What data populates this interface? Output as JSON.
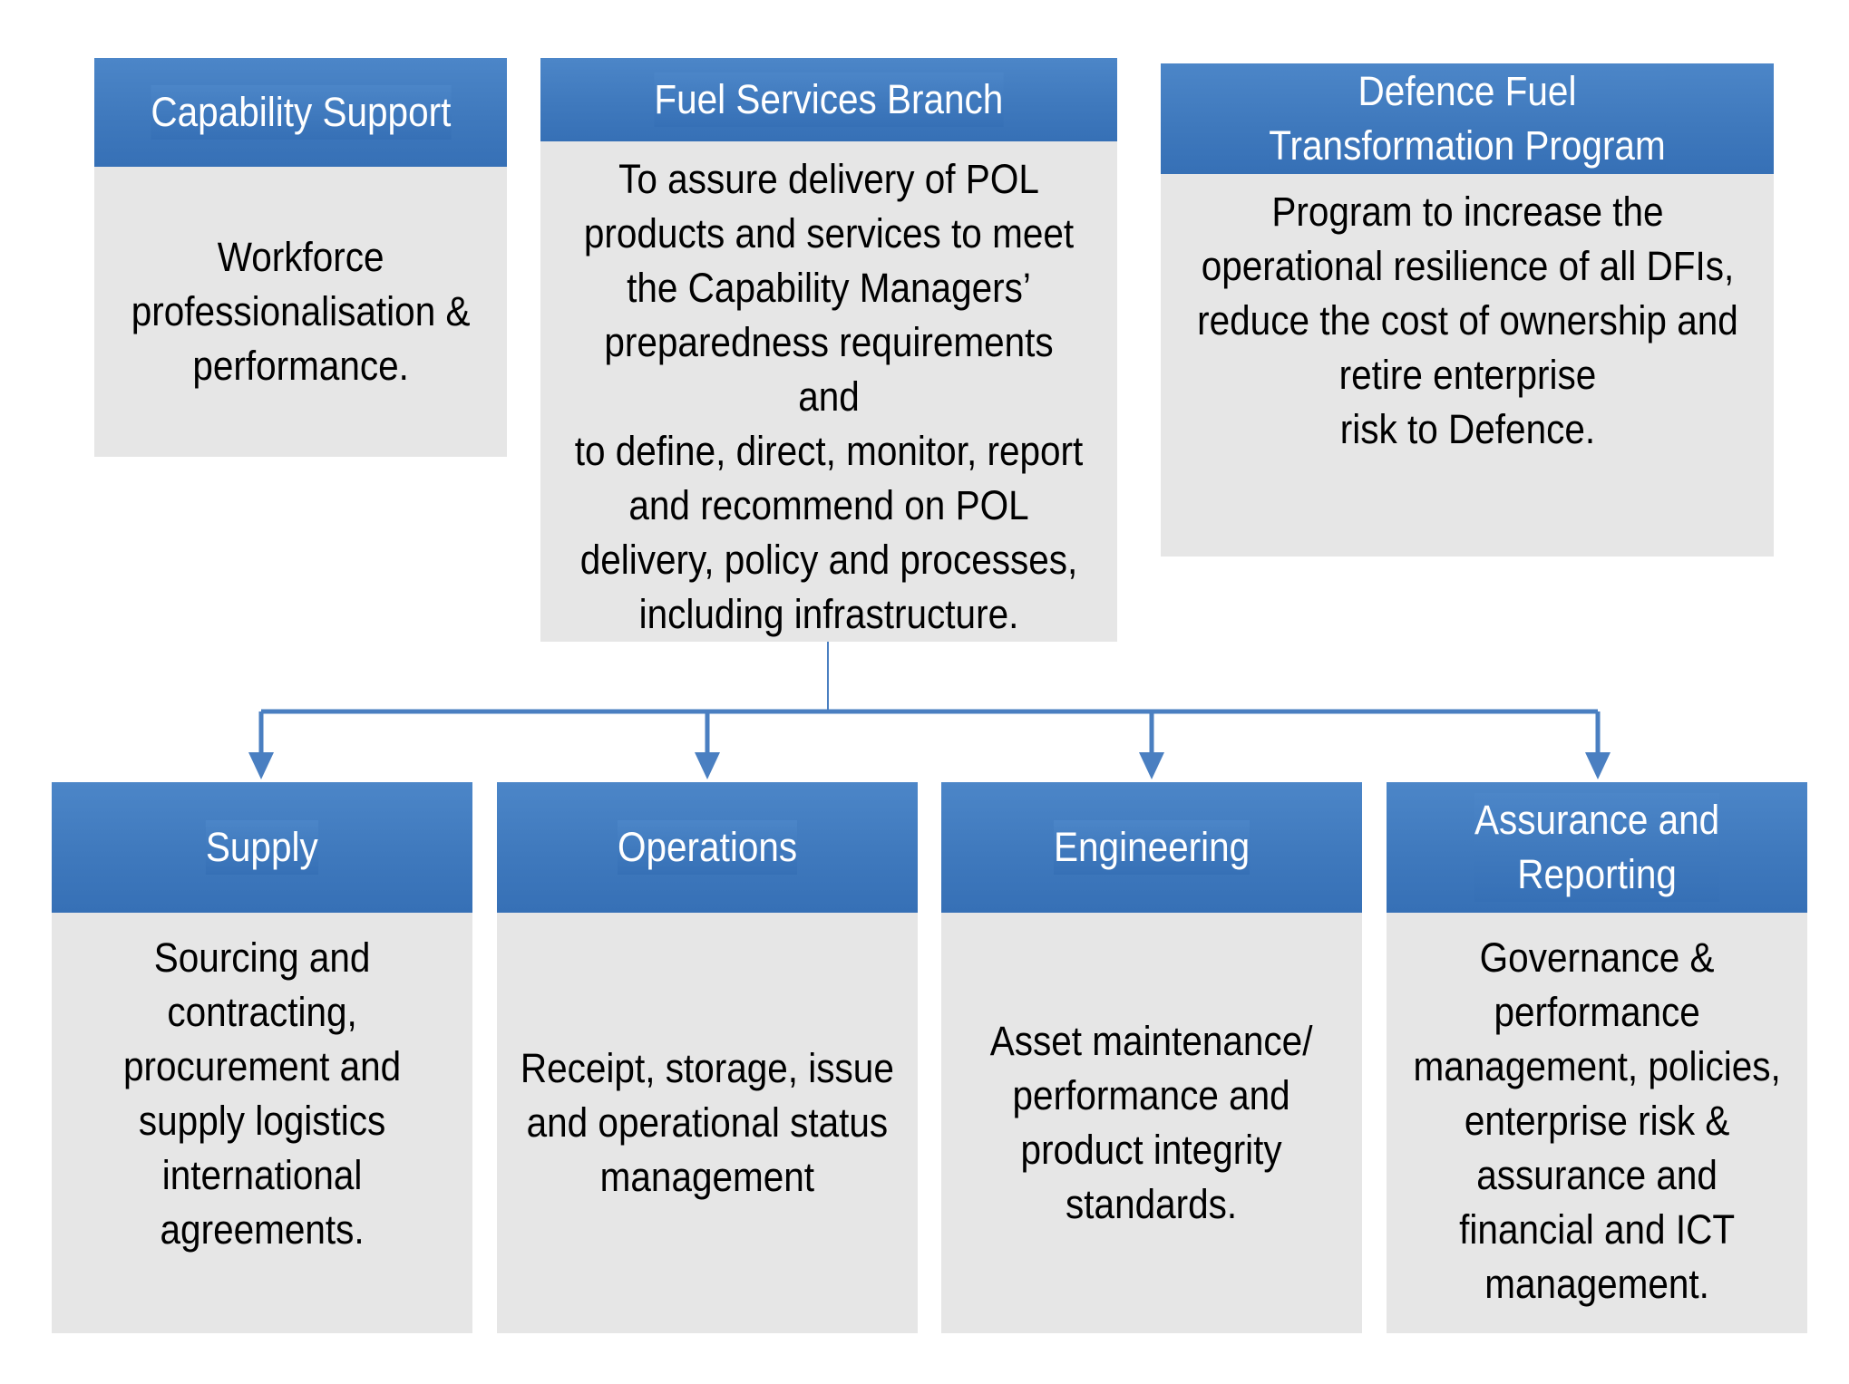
{
  "top": [
    {
      "title": "Capability Support",
      "body": "Workforce\nprofessionalisation &\nperformance."
    },
    {
      "title": "Fuel Services Branch",
      "body": "To assure delivery of POL\nproducts and services to meet\nthe Capability Managers’\npreparedness requirements and\nto define, direct, monitor, report\nand recommend on POL\ndelivery, policy and processes,\nincluding infrastructure."
    },
    {
      "title": "Defence Fuel\nTransformation Program",
      "body": "Program to increase the\noperational resilience of all DFIs,\nreduce the cost of ownership and\nretire enterprise\nrisk to Defence."
    }
  ],
  "bottom": [
    {
      "title": "Supply",
      "body": "Sourcing and\ncontracting,\nprocurement and\nsupply logistics\ninternational\nagreements."
    },
    {
      "title": "Operations",
      "body": "Receipt, storage, issue\nand operational status\nmanagement"
    },
    {
      "title": "Engineering",
      "body": "Asset maintenance/\nperformance and\nproduct integrity\nstandards."
    },
    {
      "title": "Assurance and\nReporting",
      "body": "Governance &\nperformance\nmanagement, policies,\nenterprise risk &\nassurance and\nfinancial and ICT\nmanagement."
    }
  ],
  "colors": {
    "header": "#3f79bd",
    "body": "#e6e6e6",
    "connector": "#4a7fc1"
  }
}
